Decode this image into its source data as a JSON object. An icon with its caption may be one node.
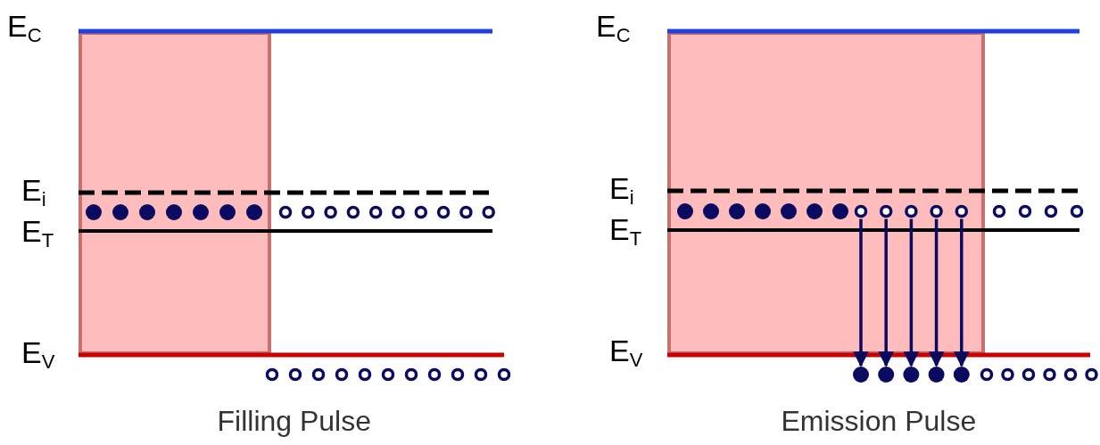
{
  "diagram": {
    "nodes": [
      {
        "text": [],
        "shape": "circle"
      },
      {
        "text": [],
        "shape": "circle"
      },
      {
        "text": [],
        "shape": "circle"
      },
      {
        "text": [],
        "shape": "circle"
      },
      {
        "text": [],
        "shape": "circle"
      },
      {
        "text": [],
        "shape": "circle"
      },
      {
        "text": [],
        "shape": "circle"
      },
      {
        "text": [],
        "shape": "circle"
      },
      {
        "text": [],
        "shape": "circle"
      },
      {
        "text": [],
        "shape": "circle"
      },
      {
        "text": [],
        "shape": "circle"
      },
      {
        "text": [],
        "shape": "circle"
      },
      {
        "text": [],
        "shape": "circle"
      },
      {
        "text": [],
        "shape": "circle"
      },
      {
        "text": [],
        "shape": "circle"
      },
      {
        "text": [],
        "shape": "circle"
      },
      {
        "text": [],
        "shape": "circle"
      },
      {
        "text": [],
        "shape": "circle"
      },
      {
        "text": [],
        "shape": "circle"
      },
      {
        "text": [],
        "shape": "circle"
      },
      {
        "text": [],
        "shape": "circle"
      },
      {
        "text": [],
        "shape": "circle"
      },
      {
        "text": [],
        "shape": "circle"
      },
      {
        "text": [],
        "shape": "circle"
      },
      {
        "text": [],
        "shape": "circle"
      },
      {
        "text": [],
        "shape": "circle"
      },
      {
        "text": [],
        "shape": "circle"
      },
      {
        "text": [],
        "shape": "circle"
      },
      {
        "text": [],
        "shape": "circle"
      },
      {
        "text": [],
        "shape": "circle"
      },
      {
        "text": [],
        "shape": "circle"
      },
      {
        "text": [],
        "shape": "circle"
      },
      {
        "text": [],
        "shape": "circle"
      },
      {
        "text": [],
        "shape": "circle"
      },
      {
        "text": [],
        "shape": "circle"
      },
      {
        "text": [],
        "shape": "circle"
      },
      {
        "text": [],
        "shape": "circle"
      },
      {
        "text": [],
        "shape": "circle"
      },
      {
        "text": [],
        "shape": "circle"
      },
      {
        "text": [],
        "shape": "circle"
      },
      {
        "text": [],
        "shape": "circle"
      },
      {
        "text": [],
        "shape": "circle"
      },
      {
        "text": [],
        "shape": "circle"
      },
      {
        "text": [],
        "shape": "circle"
      },
      {
        "text": [],
        "shape": "circle"
      },
      {
        "text": [],
        "shape": "circle"
      },
      {
        "text": [],
        "shape": "circle"
      },
      {
        "text": [],
        "shape": "circle"
      },
      {
        "text": [],
        "shape": "circle"
      },
      {
        "text": [],
        "shape": "circle"
      },
      {
        "text": [],
        "shape": "circle"
      },
      {
        "text": [],
        "shape": "circle"
      },
      {
        "text": [],
        "shape": "circle"
      },
      {
        "text": [],
        "shape": "circle"
      },
      {
        "text": [],
        "shape": "circle"
      }
    ],
    "edges": [
      {
        "from": 35,
        "to": 44,
        "arrow": "to"
      },
      {
        "from": 36,
        "to": 45,
        "arrow": "to"
      },
      {
        "from": 37,
        "to": 46,
        "arrow": "to"
      },
      {
        "from": 38,
        "to": 47,
        "arrow": "to"
      },
      {
        "from": 39,
        "to": 48,
        "arrow": "to"
      }
    ],
    "labels": [
      "E$_{C}$",
      "E$_{i}$",
      "E$_{T}$",
      "E$_{V}$",
      "Filling Pulse",
      "E$_{C}$",
      "E$_{i}$",
      "E$_{T}$",
      "E$_{V}$",
      "Emission Pulse"
    ]
  }
}
